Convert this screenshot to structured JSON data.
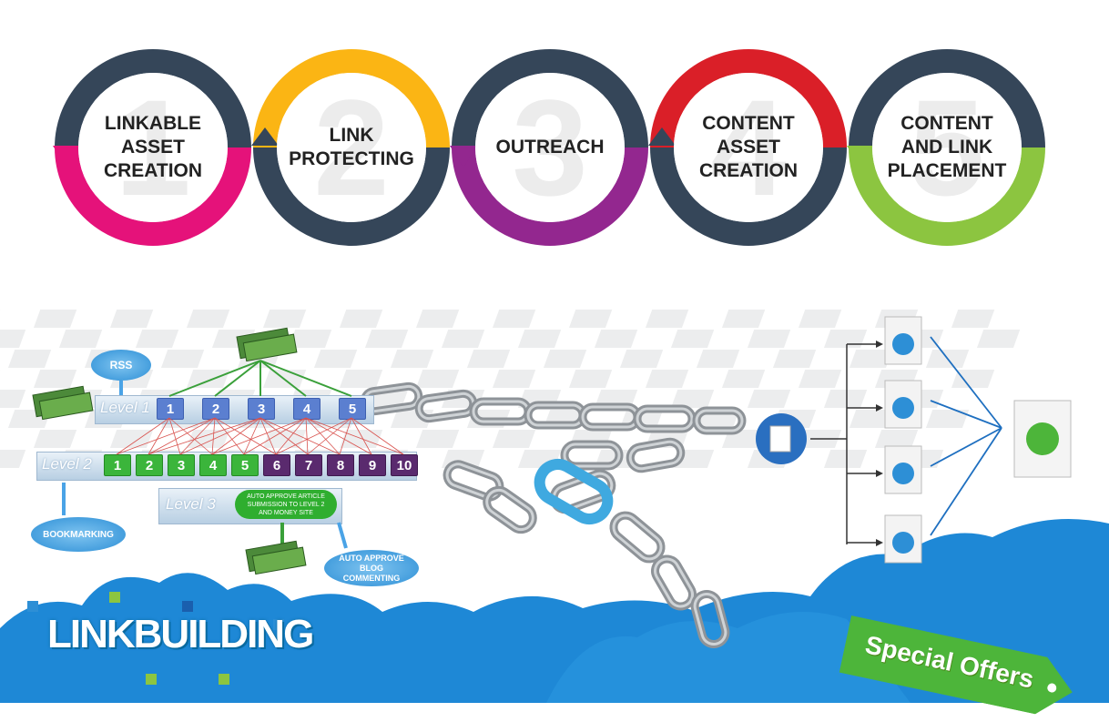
{
  "steps": [
    {
      "number": "1",
      "label": "LINKABLE\nASSET\nCREATION",
      "top_color": "#354659",
      "bottom_color": "#E5127A"
    },
    {
      "number": "2",
      "label": "LINK\nPROTECTING",
      "top_color": "#FBB514",
      "bottom_color": "#354659"
    },
    {
      "number": "3",
      "label": "OUTREACH",
      "top_color": "#354659",
      "bottom_color": "#93278F"
    },
    {
      "number": "4",
      "label": "CONTENT\nASSET\nCREATION",
      "top_color": "#DA1F28",
      "bottom_color": "#354659"
    },
    {
      "number": "5",
      "label": "CONTENT\nAND LINK\nPLACEMENT",
      "top_color": "#354659",
      "bottom_color": "#8CC540"
    }
  ],
  "pyramid": {
    "rss": "RSS",
    "level1": "Level 1",
    "level2": "Level 2",
    "level3": "Level 3",
    "level1_boxes": [
      "1",
      "2",
      "3",
      "4",
      "5"
    ],
    "level2_boxes": [
      "1",
      "2",
      "3",
      "4",
      "5",
      "6",
      "7",
      "8",
      "9",
      "10"
    ],
    "level3_note": "AUTO APPROVE ARTICLE SUBMISSION TO LEVEL 2 AND MONEY SITE",
    "bookmarking": "BOOKMARKING",
    "blog_commenting": "AUTO APPROVE BLOG COMMENTING"
  },
  "logo": "LINKBUILDING",
  "offers": "Special Offers",
  "colors": {
    "sky_blue": "#1E88D6",
    "link_blue": "#3FA9E0",
    "chain_grey": "#8E9398",
    "tag_green": "#4DB53A"
  }
}
